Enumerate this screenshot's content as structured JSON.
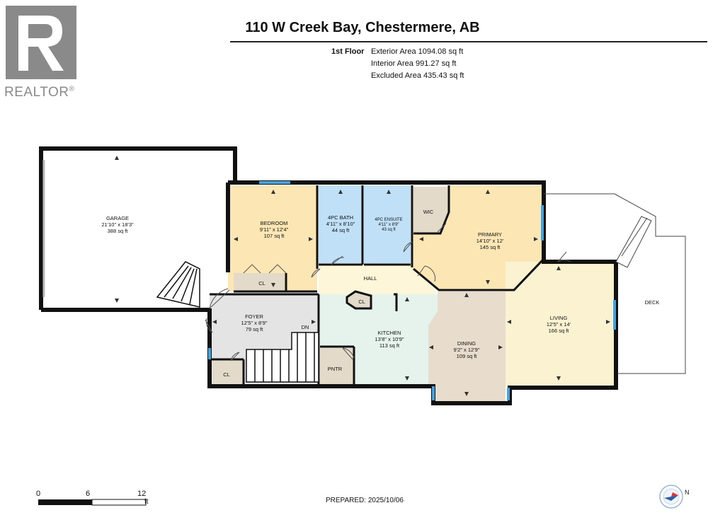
{
  "logo": {
    "text": "REALTOR",
    "mark": "®"
  },
  "header": {
    "title": "110 W Creek Bay, Chestermere, AB",
    "floor": "1st Floor",
    "exterior": "Exterior Area 1094.08 sq ft",
    "interior": "Interior Area 991.27 sq ft",
    "excluded": "Excluded Area 435.43 sq ft"
  },
  "rooms": {
    "garage": {
      "name": "GARAGE",
      "dims": "21'10\" x 18'3\"",
      "area": "388 sq ft"
    },
    "bedroom": {
      "name": "BEDROOM",
      "dims": "9'11\" x 12'4\"",
      "area": "107 sq ft"
    },
    "bath": {
      "name": "4PC BATH",
      "dims": "4'11\" x 8'10\"",
      "area": "44 sq ft"
    },
    "ensuite": {
      "name": "4PC ENSUITE",
      "dims": "4'11\" x 8'9\"",
      "area": "43 sq ft"
    },
    "wic": {
      "name": "WIC"
    },
    "primary": {
      "name": "PRIMARY",
      "dims": "14'10\" x 12'",
      "area": "145 sq ft"
    },
    "hall": {
      "name": "HALL"
    },
    "foyer": {
      "name": "FOYER",
      "dims": "12'5\" x 8'9\"",
      "area": "79 sq ft"
    },
    "kitchen": {
      "name": "KITCHEN",
      "dims": "13'8\" x 10'9\"",
      "area": "113 sq ft"
    },
    "dining": {
      "name": "DINING",
      "dims": "9'2\" x 12'9\"",
      "area": "109 sq ft"
    },
    "living": {
      "name": "LIVING",
      "dims": "12'5\" x 14'",
      "area": "166 sq ft"
    },
    "deck": {
      "name": "DECK"
    },
    "closet": {
      "name": "CL"
    },
    "pantry": {
      "name": "PNTR"
    },
    "down": {
      "name": "DN"
    }
  },
  "scale": {
    "labels": [
      "0",
      "6",
      "12"
    ],
    "unit": "ft"
  },
  "footer": {
    "prepared": "PREPARED: 2025/10/06"
  },
  "compass_letter": "N",
  "colors": {
    "bedroom": "#fbe6b4",
    "bath": "#bfe0f7",
    "primary": "#fbe6b4",
    "hall": "#fdf6d8",
    "foyer": "#e4e4e4",
    "kitchen": "#e6f3ec",
    "dining": "#e8dccd",
    "living": "#fbf2d2",
    "closet": "#e3dac9",
    "wall": "#111111",
    "window": "#4aa3d8"
  }
}
